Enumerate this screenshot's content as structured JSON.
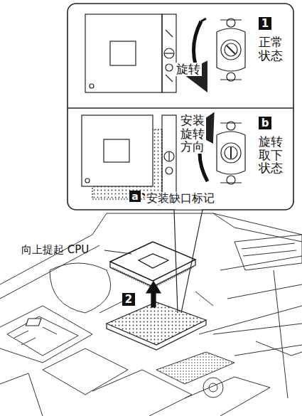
{
  "diagram": {
    "labels": [
      "1",
      "正常状态",
      "旋转",
      "安装旋转方向",
      "b",
      "旋转取下状态",
      "a",
      "安装缺口标记",
      "向上提起 CPU",
      "2"
    ]
  }
}
